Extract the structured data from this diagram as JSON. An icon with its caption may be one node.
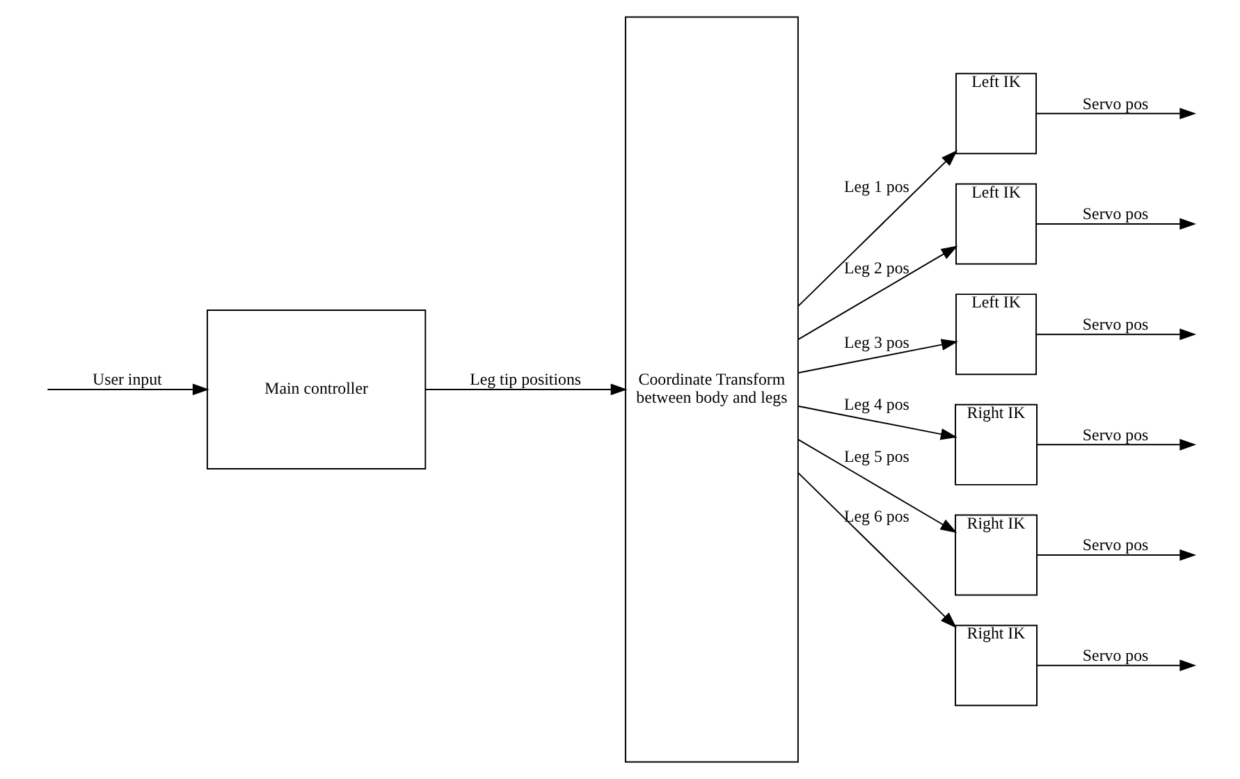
{
  "diagram": {
    "nodes": [
      {
        "text": [
          "Main controller"
        ]
      },
      {
        "text": [
          "Coordinate Transform between body and legs"
        ]
      },
      {
        "text": [
          "Left IK"
        ]
      },
      {
        "text": [
          "Left IK"
        ]
      },
      {
        "text": [
          "Left IK"
        ]
      },
      {
        "text": [
          "Right IK"
        ]
      },
      {
        "text": [
          "Right IK"
        ]
      },
      {
        "text": [
          "Right IK"
        ]
      }
    ],
    "edges": [
      {
        "from": null,
        "to": 0,
        "arrow": "to",
        "label": "User input"
      },
      {
        "from": 0,
        "to": 1,
        "arrow": "to",
        "label": "Leg tip positions"
      },
      {
        "from": 1,
        "to": 2,
        "arrow": "to",
        "label": "Leg 1 pos"
      },
      {
        "from": 1,
        "to": 3,
        "arrow": "to",
        "label": "Leg 2 pos"
      },
      {
        "from": 1,
        "to": 4,
        "arrow": "to",
        "label": "Leg 3 pos"
      },
      {
        "from": 1,
        "to": 5,
        "arrow": "to",
        "label": "Leg 4 pos"
      },
      {
        "from": 1,
        "to": 6,
        "arrow": "to",
        "label": "Leg 5 pos"
      },
      {
        "from": 1,
        "to": 7,
        "arrow": "to",
        "label": "Leg 6 pos"
      },
      {
        "from": 2,
        "to": null,
        "arrow": "to",
        "label": "Servo pos"
      },
      {
        "from": 3,
        "to": null,
        "arrow": "to",
        "label": "Servo pos"
      },
      {
        "from": 4,
        "to": null,
        "arrow": "to",
        "label": "Servo pos"
      },
      {
        "from": 5,
        "to": null,
        "arrow": "to",
        "label": "Servo pos"
      },
      {
        "from": 6,
        "to": null,
        "arrow": "to",
        "label": "Servo pos"
      },
      {
        "from": 7,
        "to": null,
        "arrow": "to",
        "label": "Servo pos"
      }
    ]
  }
}
